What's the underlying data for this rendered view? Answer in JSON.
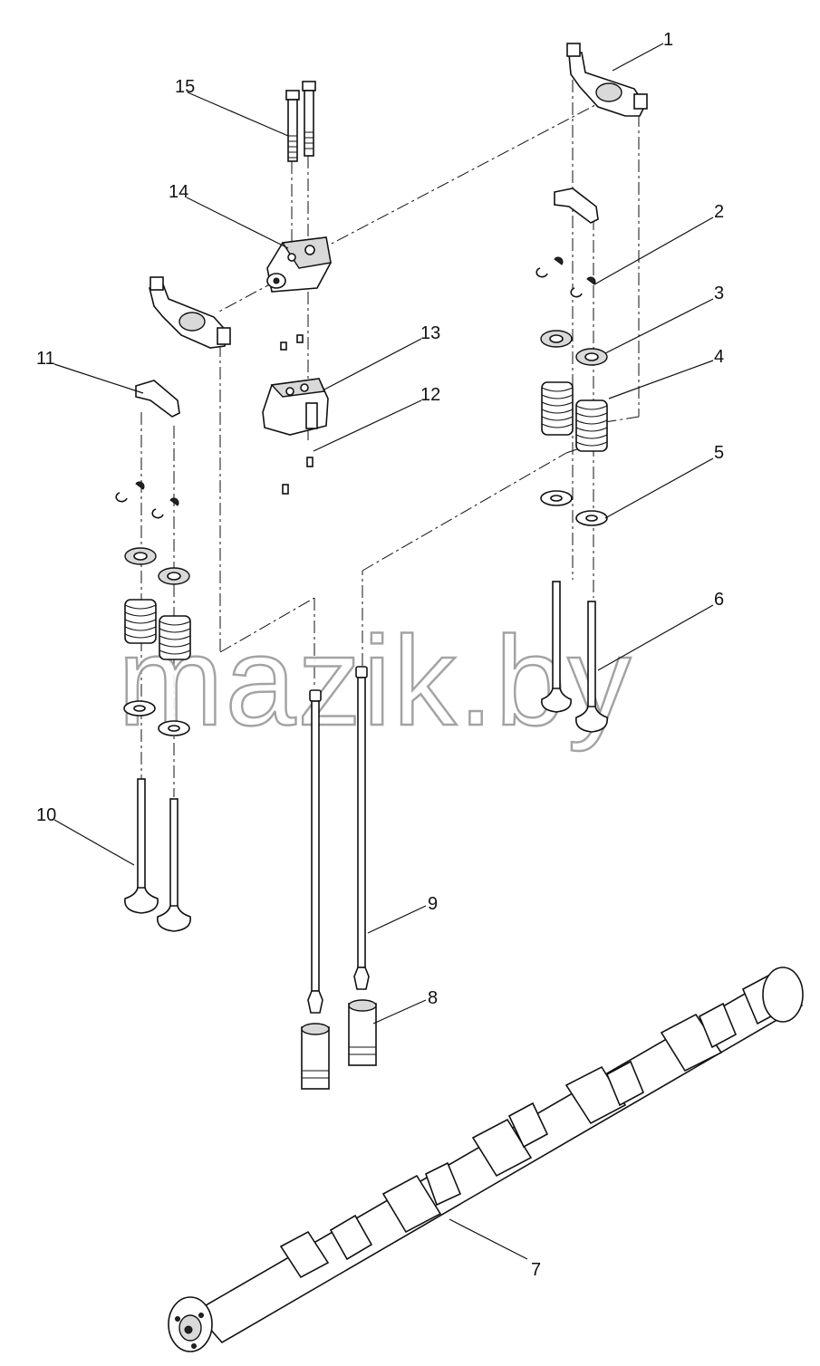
{
  "callouts": [
    {
      "label": "1"
    },
    {
      "label": "2"
    },
    {
      "label": "3"
    },
    {
      "label": "4"
    },
    {
      "label": "5"
    },
    {
      "label": "6"
    },
    {
      "label": "7"
    },
    {
      "label": "8"
    },
    {
      "label": "9"
    },
    {
      "label": "10"
    },
    {
      "label": "11"
    },
    {
      "label": "12"
    },
    {
      "label": "13"
    },
    {
      "label": "14"
    },
    {
      "label": "15"
    }
  ],
  "watermark": {
    "text": "mazik.by"
  }
}
